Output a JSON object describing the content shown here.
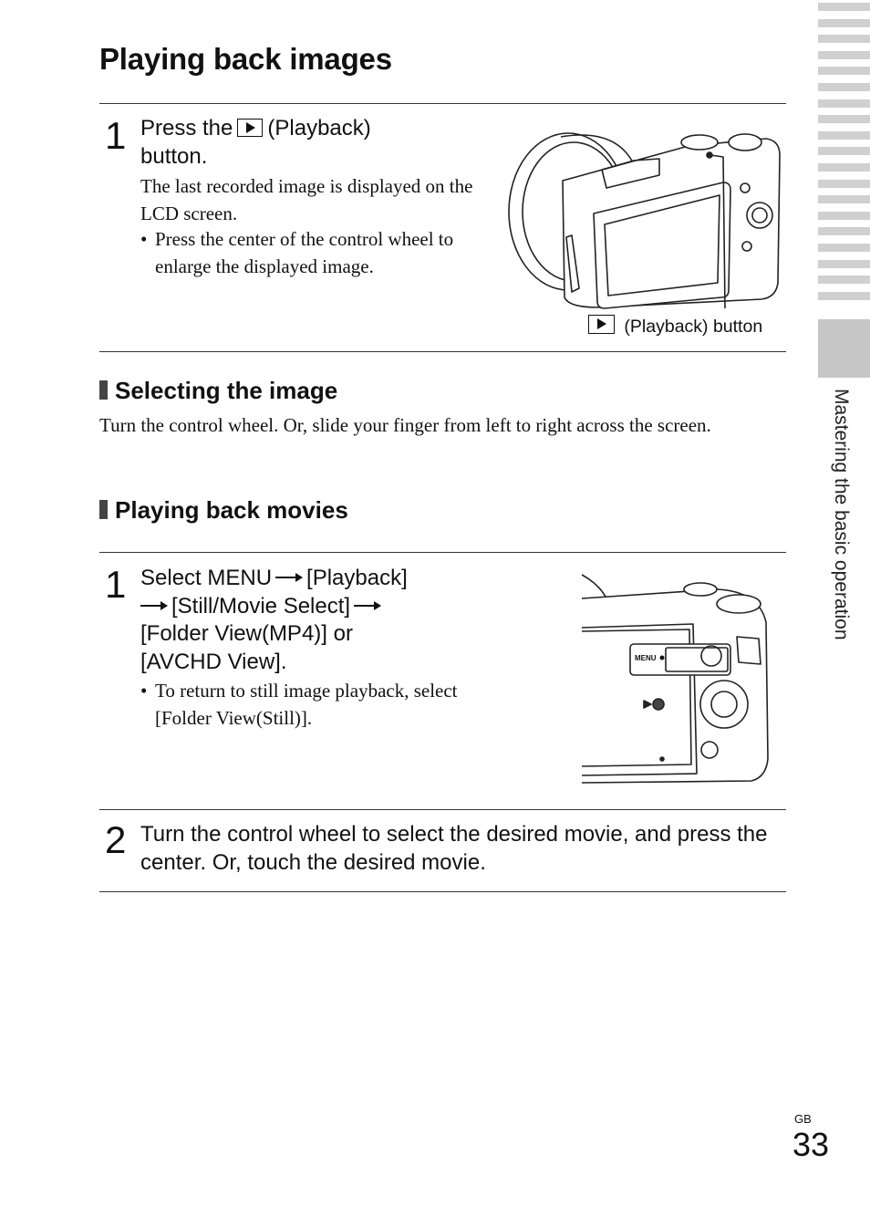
{
  "page": {
    "title": "Playing back images",
    "section_tab": "Mastering the basic operation",
    "region_code": "GB",
    "page_number": "33"
  },
  "step_playback": {
    "number": "1",
    "heading_pre": "Press the",
    "heading_post": "(Playback)",
    "heading_line2": "button.",
    "description": "The last recorded image is displayed on the LCD screen.",
    "bullet": "Press the center of the control wheel to enlarge the displayed image.",
    "figure_caption": "(Playback) button",
    "figure_icon": "playback-icon"
  },
  "section_selecting": {
    "heading": "Selecting the image",
    "body": "Turn the control wheel. Or, slide your finger from left to right across the screen."
  },
  "section_movies": {
    "heading": "Playing back movies",
    "step1": {
      "number": "1",
      "line1_pre": "Select MENU",
      "line1_post": "[Playback]",
      "line2": "[Still/Movie Select]",
      "line3": "[Folder View(MP4)] or",
      "line4": "[AVCHD View].",
      "bullet": "To return to still image playback, select [Folder View(Still)].",
      "figure_menu_label": "MENU"
    },
    "step2": {
      "number": "2",
      "text": "Turn the control wheel to select the desired movie, and press the center. Or, touch the desired movie."
    }
  },
  "colors": {
    "text": "#111111",
    "rule": "#333333",
    "side_tab": "#d0d0d0",
    "side_tab_active": "#c6c6c6"
  }
}
